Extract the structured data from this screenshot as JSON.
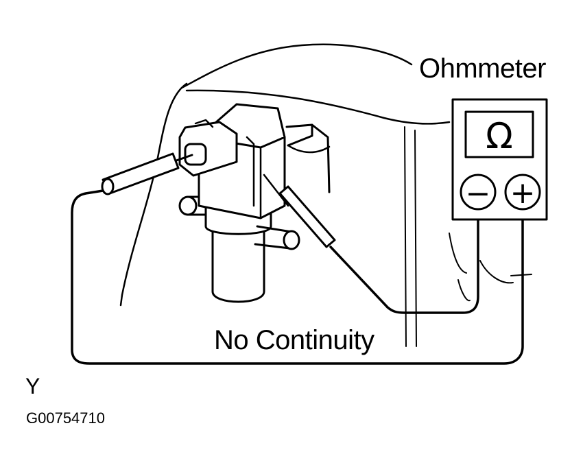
{
  "labels": {
    "meter": "Ohmmeter",
    "result": "No Continuity",
    "view": "Y",
    "figure_id": "G00754710"
  },
  "meter": {
    "display_symbol": "Ω",
    "negative_terminal": "−",
    "positive_terminal": "+"
  },
  "colors": {
    "ink": "#000000",
    "background": "#ffffff"
  }
}
